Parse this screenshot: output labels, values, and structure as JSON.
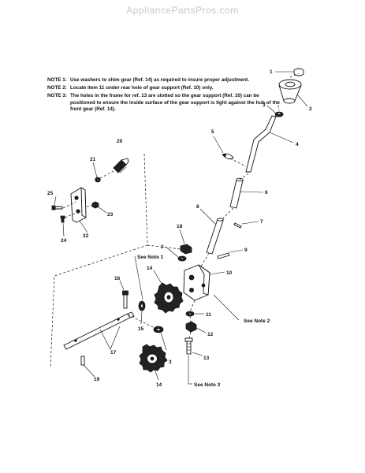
{
  "watermark": "AppliancePartsPros.com",
  "notes": [
    {
      "label": "NOTE 1:",
      "text": "Use washers to shim gear (Ref. 14) as required to insure proper adjustment."
    },
    {
      "label": "NOTE 2:",
      "text": "Locate item 11 under rear hole of gear support (Ref. 10) only."
    },
    {
      "label": "NOTE 3:",
      "text": "The holes in the frame for ref. 13 are slotted so the gear support (Ref. 10) can be positioned to ensure the inside surface of the gear support is tight against  the hub of the front gear (Ref. 14)."
    }
  ],
  "labels": {
    "l1": "1",
    "l2": "2",
    "l3a": "3",
    "l4": "4",
    "l5": "5",
    "l6": "6",
    "l7": "7",
    "l8": "8",
    "l9": "9",
    "l10": "10",
    "l11": "11",
    "l12": "12",
    "l13": "13",
    "l14a": "14",
    "l14b": "14",
    "l15": "15",
    "l16": "16",
    "l17": "17",
    "l18": "18",
    "l19": "19",
    "l20": "20",
    "l21": "21",
    "l22": "22",
    "l23": "23",
    "l24": "24",
    "l25": "25",
    "l3b": "3",
    "l3c": "3"
  },
  "callouts": {
    "see_note_1": "See Note 1",
    "see_note_2": "See Note 2",
    "see_note_3": "See Note 3"
  }
}
